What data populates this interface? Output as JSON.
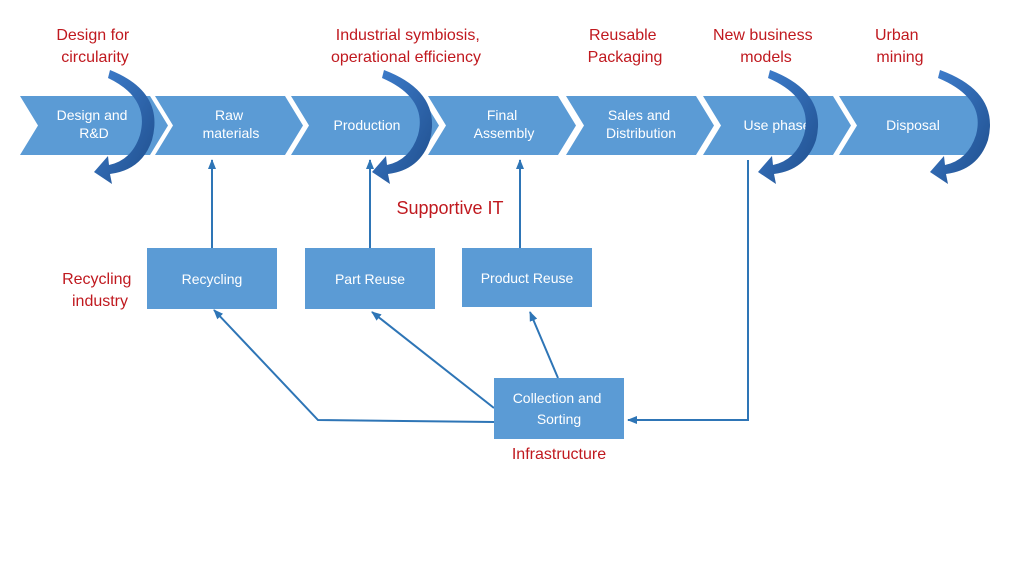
{
  "colors": {
    "chevron_fill": "#5b9bd5",
    "box_fill": "#5b9bd5",
    "connector": "#2e75b6",
    "loop_arrow": "#2e75b6",
    "loop_arrow_dark": "#1f4e8c",
    "annotation": "#c0191f",
    "label_text": "#ffffff"
  },
  "stages": [
    {
      "lines": [
        "Design and",
        "R&D"
      ]
    },
    {
      "lines": [
        "Raw",
        "materials"
      ]
    },
    {
      "lines": [
        "Production"
      ]
    },
    {
      "lines": [
        "Final",
        "Assembly"
      ]
    },
    {
      "lines": [
        "Sales and",
        "Distribution"
      ]
    },
    {
      "lines": [
        "Use phase"
      ]
    },
    {
      "lines": [
        "Disposal"
      ]
    }
  ],
  "annotations_top": [
    {
      "lines": [
        "Design for",
        "circularity"
      ]
    },
    {
      "lines": [
        "Industrial symbiosis,",
        "operational efficiency"
      ]
    },
    {
      "lines": [
        "Reusable",
        "Packaging"
      ]
    },
    {
      "lines": [
        "New business",
        "models"
      ]
    },
    {
      "lines": [
        "Urban",
        "mining"
      ]
    }
  ],
  "loop_arrows": [
    {
      "icon": "curved-loop-arrow-icon"
    },
    {
      "icon": "curved-loop-arrow-icon"
    },
    {
      "icon": "curved-loop-arrow-icon"
    },
    {
      "icon": "curved-loop-arrow-icon"
    }
  ],
  "supportive_it": "Supportive IT",
  "recycling_industry": {
    "lines": [
      "Recycling",
      "industry"
    ]
  },
  "boxes": {
    "recycling": {
      "lines": [
        "Recycling"
      ]
    },
    "part_reuse": {
      "lines": [
        "Part Reuse"
      ]
    },
    "product_reuse": {
      "lines": [
        "Product Reuse"
      ]
    },
    "collection": {
      "lines": [
        "Collection and",
        "Sorting"
      ]
    }
  },
  "infrastructure": "Infrastructure"
}
